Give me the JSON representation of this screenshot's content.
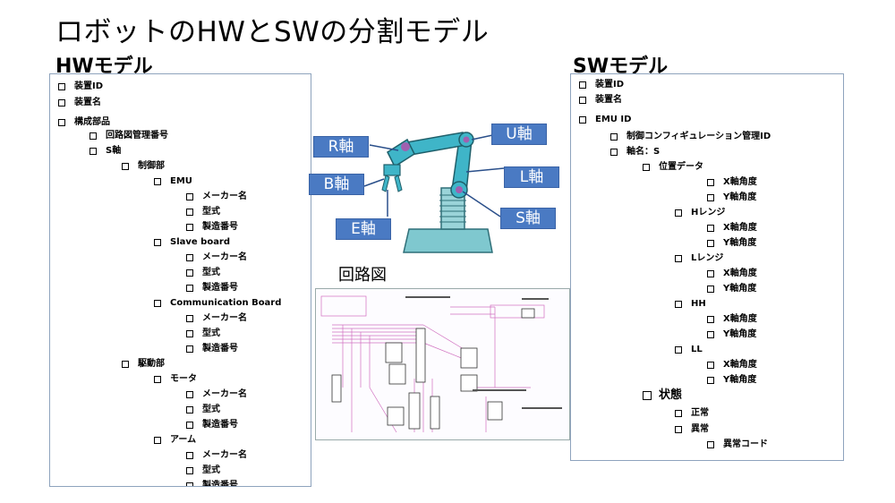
{
  "title": "ロボットのHWとSWの分割モデル",
  "hw": {
    "heading": "HWモデル",
    "items": [
      {
        "t": "装置ID",
        "l": 0
      },
      {
        "t": "装置名",
        "l": 0
      },
      {
        "t": "構成部品",
        "l": 0
      },
      {
        "t": "回路図管理番号",
        "l": 1
      },
      {
        "t": "S軸",
        "l": 1
      },
      {
        "t": "制御部",
        "l": 2
      },
      {
        "t": "EMU",
        "l": 3
      },
      {
        "t": "メーカー名",
        "l": 4
      },
      {
        "t": "型式",
        "l": 4
      },
      {
        "t": "製造番号",
        "l": 4
      },
      {
        "t": "Slave board",
        "l": 3
      },
      {
        "t": "メーカー名",
        "l": 4
      },
      {
        "t": "型式",
        "l": 4
      },
      {
        "t": "製造番号",
        "l": 4
      },
      {
        "t": "Communication Board",
        "l": 3
      },
      {
        "t": "メーカー名",
        "l": 4
      },
      {
        "t": "型式",
        "l": 4
      },
      {
        "t": "製造番号",
        "l": 4
      },
      {
        "t": "駆動部",
        "l": 2
      },
      {
        "t": "モータ",
        "l": 3
      },
      {
        "t": "メーカー名",
        "l": 4
      },
      {
        "t": "型式",
        "l": 4
      },
      {
        "t": "製造番号",
        "l": 4
      },
      {
        "t": "アーム",
        "l": 3
      },
      {
        "t": "メーカー名",
        "l": 4
      },
      {
        "t": "型式",
        "l": 4
      },
      {
        "t": "製造番号",
        "l": 4
      }
    ]
  },
  "sw": {
    "heading": "SWモデル",
    "items": [
      {
        "t": "装置ID",
        "l": 0
      },
      {
        "t": "装置名",
        "l": 0
      },
      {
        "t": "EMU  ID",
        "l": 0
      },
      {
        "t": "制御コンフィギュレーション管理ID",
        "l": 1
      },
      {
        "t": "軸名：S",
        "l": 1
      },
      {
        "t": "位置データ",
        "l": 2
      },
      {
        "t": "X軸角度",
        "l": 4
      },
      {
        "t": "Y軸角度",
        "l": 4
      },
      {
        "t": "Hレンジ",
        "l": 3
      },
      {
        "t": "X軸角度",
        "l": 4
      },
      {
        "t": "Y軸角度",
        "l": 4
      },
      {
        "t": "Lレンジ",
        "l": 3
      },
      {
        "t": "X軸角度",
        "l": 4
      },
      {
        "t": "Y軸角度",
        "l": 4
      },
      {
        "t": "HH",
        "l": 3
      },
      {
        "t": "X軸角度",
        "l": 4
      },
      {
        "t": "Y軸角度",
        "l": 4
      },
      {
        "t": "LL",
        "l": 3
      },
      {
        "t": "X軸角度",
        "l": 4
      },
      {
        "t": "Y軸角度",
        "l": 4
      },
      {
        "t": "状態",
        "l": 2,
        "big": true
      },
      {
        "t": "正常",
        "l": 3
      },
      {
        "t": "異常",
        "l": 3
      },
      {
        "t": "異常コード",
        "l": 4
      }
    ]
  },
  "robot": {
    "axes": {
      "r": "R軸",
      "b": "B軸",
      "e": "E軸",
      "u": "U軸",
      "l": "L軸",
      "s": "S軸"
    },
    "colors": {
      "label_bg": "#4a7ac3",
      "arm": "#3fb5c8",
      "base": "#7fc8cf",
      "joint": "#a060b0"
    }
  },
  "circuit": {
    "title": "回路図"
  }
}
